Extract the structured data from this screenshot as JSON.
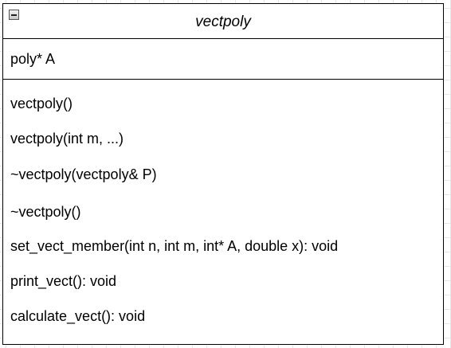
{
  "class": {
    "name": "vectpoly",
    "attributes": [
      "poly* A"
    ],
    "methods": [
      "vectpoly()",
      "vectpoly(int m, ...)",
      "~vectpoly(vectpoly& P)",
      "~vectpoly()",
      "set_vect_member(int n, int m, int* A, double x): void",
      "print_vect(): void",
      "calculate_vect(): void"
    ]
  },
  "icons": {
    "collapse": "minus-box-icon"
  }
}
